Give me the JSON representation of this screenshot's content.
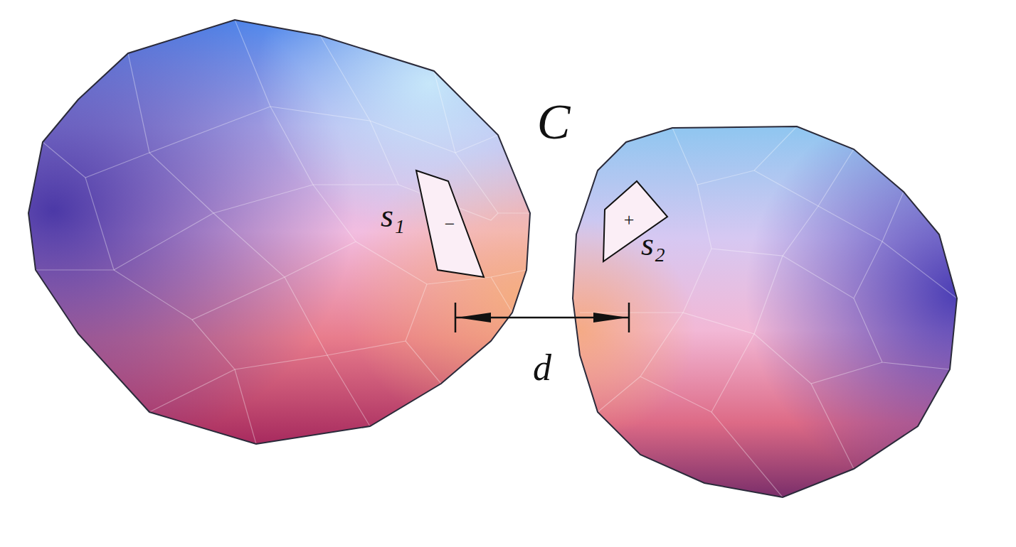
{
  "diagram": {
    "nodes": [
      {
        "text": [
          "−",
          "s₁"
        ]
      },
      {
        "text": [
          "+",
          "s₂"
        ]
      }
    ],
    "labels": [
      "C",
      "d"
    ]
  }
}
